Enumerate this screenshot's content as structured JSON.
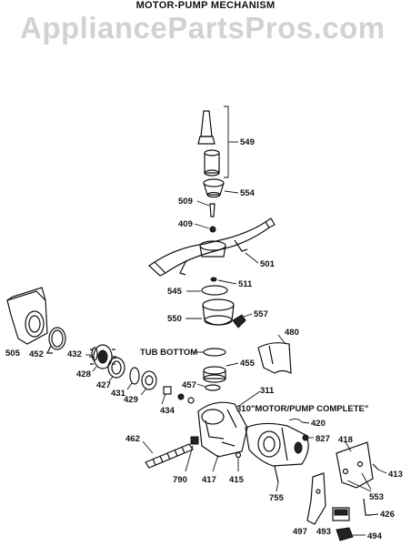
{
  "title": "MOTOR-PUMP MECHANISM",
  "watermark": "AppliancePartsPros.com",
  "callouts": {
    "p549": "549",
    "p554": "554",
    "p509": "509",
    "p409": "409",
    "p501": "501",
    "p511": "511",
    "p545": "545",
    "p550": "550",
    "p557": "557",
    "p480": "480",
    "p505": "505",
    "p452": "452",
    "p432": "432",
    "p428": "428",
    "p427": "427",
    "p431": "431",
    "p429": "429",
    "p434": "434",
    "p457": "457",
    "p455": "455",
    "p311": "311",
    "p310": "310\"MOTOR/PUMP COMPLETE\"",
    "p420": "420",
    "p827": "827",
    "p418": "418",
    "p413": "413",
    "p462": "462",
    "p790": "790",
    "p417": "417",
    "p415": "415",
    "p755": "755",
    "p553": "553",
    "p426": "426",
    "p497": "497",
    "p493": "493",
    "p494": "494"
  },
  "tub_bottom": "TUB BOTTOM"
}
